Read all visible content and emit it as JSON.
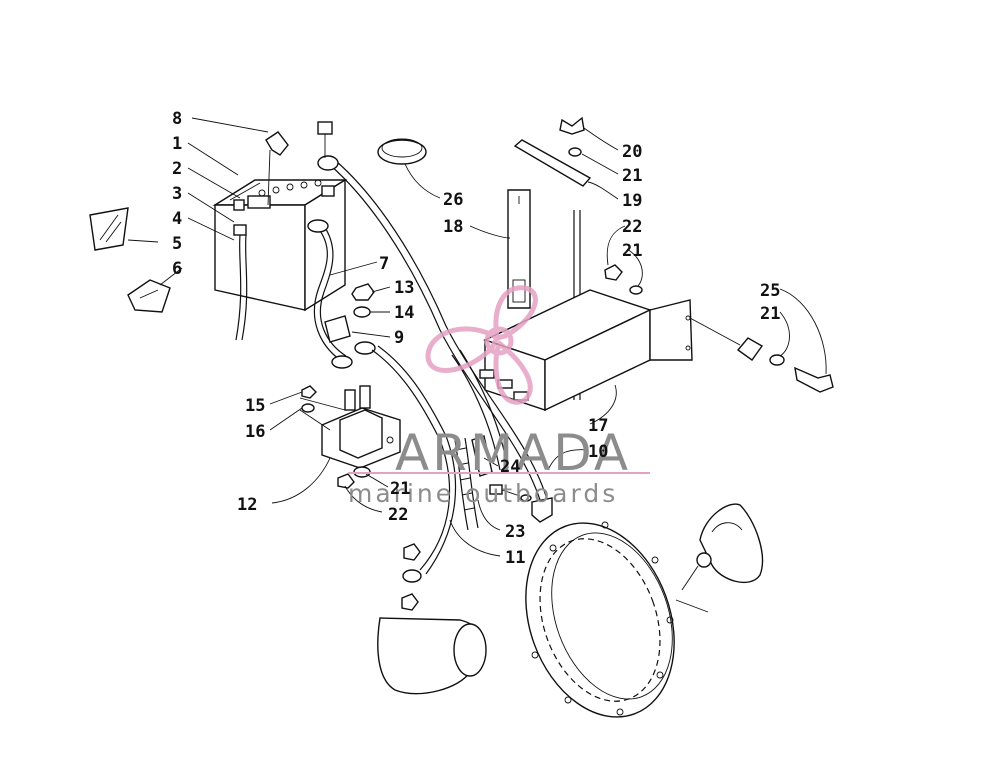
{
  "callouts": [
    {
      "id": "c8",
      "label": "8"
    },
    {
      "id": "c1",
      "label": "1"
    },
    {
      "id": "c2",
      "label": "2"
    },
    {
      "id": "c3",
      "label": "3"
    },
    {
      "id": "c4",
      "label": "4"
    },
    {
      "id": "c5",
      "label": "5"
    },
    {
      "id": "c6",
      "label": "6"
    },
    {
      "id": "c7",
      "label": "7"
    },
    {
      "id": "c13",
      "label": "13"
    },
    {
      "id": "c14",
      "label": "14"
    },
    {
      "id": "c9",
      "label": "9"
    },
    {
      "id": "c15",
      "label": "15"
    },
    {
      "id": "c16",
      "label": "16"
    },
    {
      "id": "c12",
      "label": "12"
    },
    {
      "id": "c21a",
      "label": "21"
    },
    {
      "id": "c22a",
      "label": "22"
    },
    {
      "id": "c26",
      "label": "26"
    },
    {
      "id": "c18",
      "label": "18"
    },
    {
      "id": "c20",
      "label": "20"
    },
    {
      "id": "c21b",
      "label": "21"
    },
    {
      "id": "c19",
      "label": "19"
    },
    {
      "id": "c22b",
      "label": "22"
    },
    {
      "id": "c21c",
      "label": "21"
    },
    {
      "id": "c25",
      "label": "25"
    },
    {
      "id": "c21d",
      "label": "21"
    },
    {
      "id": "c17",
      "label": "17"
    },
    {
      "id": "c10",
      "label": "10"
    },
    {
      "id": "c24",
      "label": "24"
    },
    {
      "id": "c23",
      "label": "23"
    },
    {
      "id": "c11",
      "label": "11"
    }
  ],
  "watermark": {
    "brand": "ARMADA",
    "tagline": "marine outboards",
    "logo_color": "#e6a0c4",
    "text_color": "#8c8c8c"
  },
  "colors": {
    "ink": "#111111",
    "background": "#ffffff"
  }
}
